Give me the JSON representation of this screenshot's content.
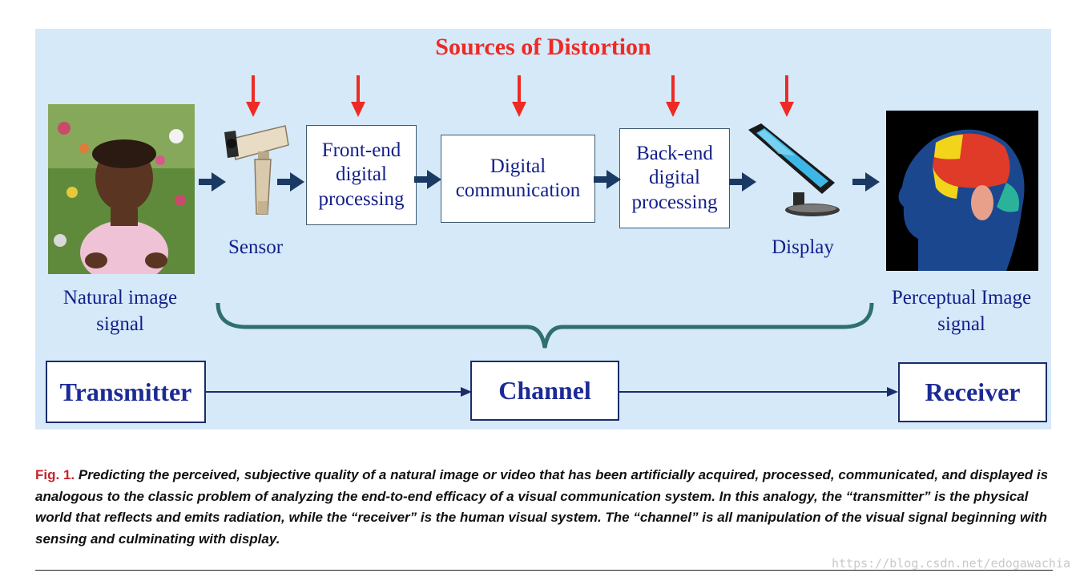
{
  "figure": {
    "title": "Sources of Distortion",
    "inputs": {
      "natural_image_label": "Natural image signal",
      "sensor_label": "Sensor",
      "display_label": "Display",
      "perceptual_label": "Perceptual Image signal"
    },
    "stages": [
      "Front-end digital processing",
      "Digital communication",
      "Back-end digital processing"
    ],
    "chain": {
      "transmitter": "Transmitter",
      "channel": "Channel",
      "receiver": "Receiver"
    },
    "colors": {
      "panel": "#d6e9f9",
      "distortion_red": "#ee2a24",
      "text_blue": "#14208a",
      "arrow_navy": "#1a3a64",
      "brace_teal": "#2f6f72"
    }
  },
  "caption": {
    "label": "Fig. 1.",
    "text": "Predicting the perceived, subjective quality of a natural image or video that has been artificially acquired, processed, communicated, and displayed is analogous to the classic problem of analyzing the end-to-end efficacy of a visual communication system. In this analogy, the “transmitter” is the physical world that reflects and emits radiation, while the “receiver” is the human visual system. The “channel” is all manipulation of the visual signal beginning with sensing and culminating with display."
  },
  "watermark": "https://blog.csdn.net/edogawachia"
}
